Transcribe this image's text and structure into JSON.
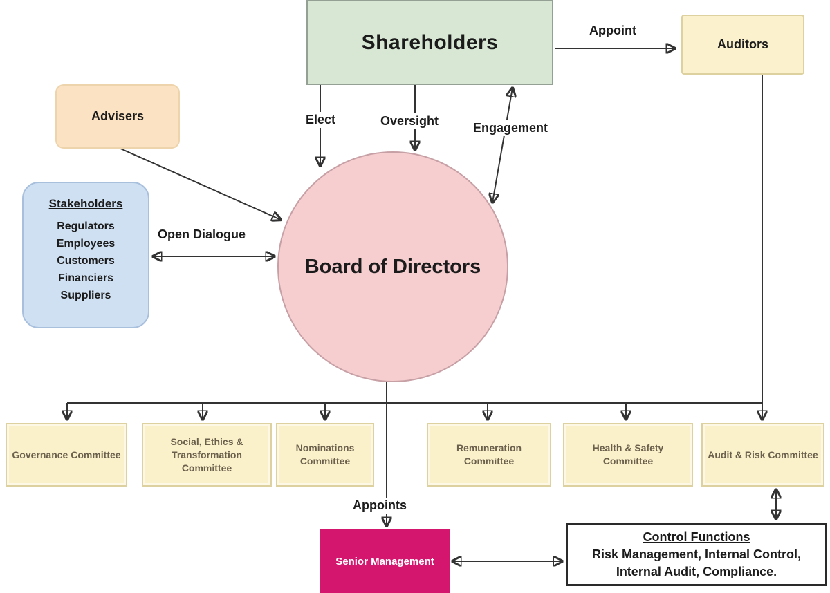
{
  "nodes": {
    "shareholders": {
      "label": "Shareholders"
    },
    "auditors": {
      "label": "Auditors"
    },
    "advisers": {
      "label": "Advisers"
    },
    "stakeholders": {
      "title": "Stakeholders",
      "items": [
        "Regulators",
        "Employees",
        "Customers",
        "Financiers",
        "Suppliers"
      ]
    },
    "board": {
      "label": "Board of Directors"
    },
    "senior_management": {
      "label": "Senior Management"
    },
    "control_functions": {
      "title": "Control Functions",
      "line1": "Risk Management, Internal Control,",
      "line2": "Internal Audit, Compliance."
    }
  },
  "committees": [
    {
      "label": "Governance Committee"
    },
    {
      "label": "Social, Ethics & Transformation Committee"
    },
    {
      "label": "Nominations Committee"
    },
    {
      "label": "Remuneration Committee"
    },
    {
      "label": "Health & Safety Committee"
    },
    {
      "label": "Audit & Risk Committee"
    }
  ],
  "edges": {
    "appoint": "Appoint",
    "elect": "Elect",
    "oversight": "Oversight",
    "engagement": "Engagement",
    "open_dialogue": "Open Dialogue",
    "appoints": "Appoints"
  },
  "colors": {
    "shareholders_fill": "#d7e7d3",
    "auditors_committee_fill": "#fbf1cd",
    "advisers_fill": "#fbe2c2",
    "stakeholders_fill": "#cfe0f3",
    "board_fill": "#f6ced0",
    "senior_management_fill": "#d4166e",
    "control_functions_fill": "#ffffff",
    "line_color": "#333333"
  }
}
